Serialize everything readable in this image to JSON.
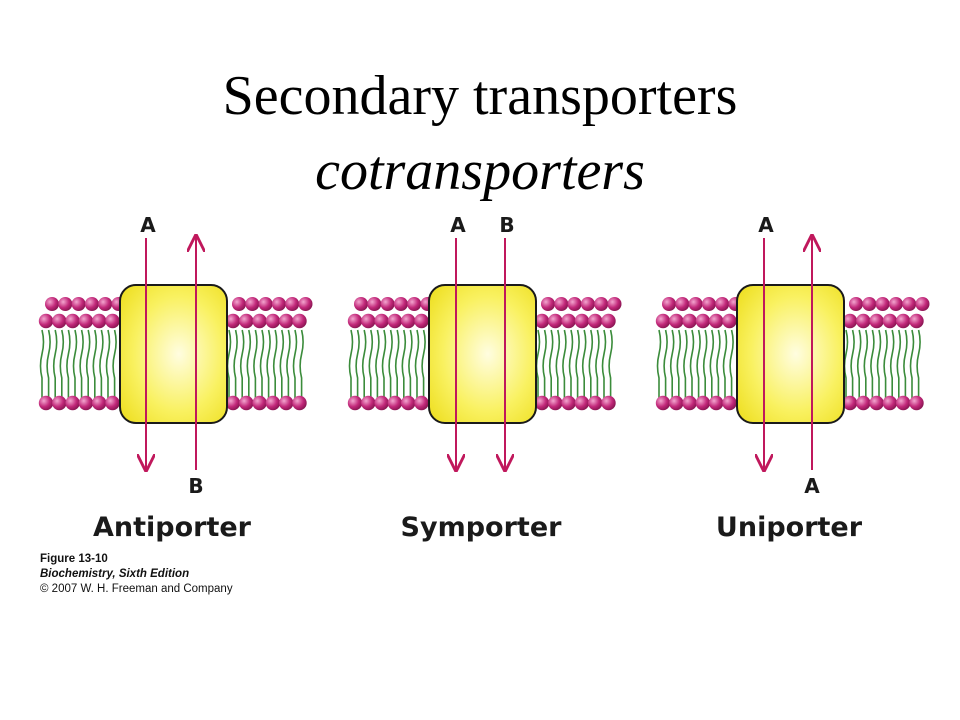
{
  "slide": {
    "title": "Secondary transporters",
    "subtitle": "cotransporters"
  },
  "colors": {
    "lipid_head": "#c2287a",
    "lipid_tail": "#3b8c3b",
    "protein_fill": "#f7ef3e",
    "protein_stroke": "#1a1a1a",
    "arrow": "#c0185c"
  },
  "panels": [
    {
      "name": "Antiporter",
      "top_labels": [
        "A"
      ],
      "bottom_labels": [
        "B"
      ],
      "arrows": [
        "down",
        "up"
      ]
    },
    {
      "name": "Symporter",
      "top_labels": [
        "A",
        "B"
      ],
      "bottom_labels": [],
      "arrows": [
        "down",
        "down"
      ]
    },
    {
      "name": "Uniporter",
      "top_labels": [
        "A"
      ],
      "bottom_labels": [
        "A"
      ],
      "arrows": [
        "down",
        "up"
      ]
    }
  ],
  "caption": {
    "figure": "Figure 13-10",
    "book": "Biochemistry, Sixth Edition",
    "copyright": "© 2007 W. H. Freeman and Company"
  }
}
